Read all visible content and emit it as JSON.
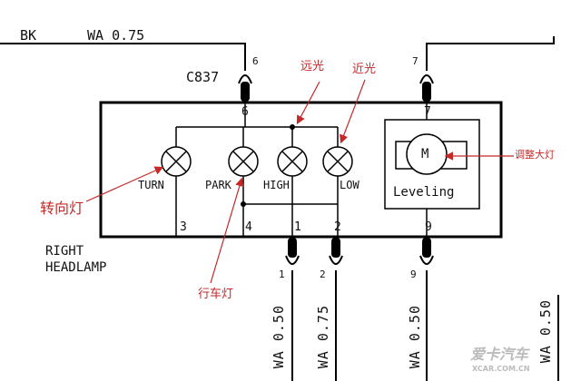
{
  "wire_top": {
    "color": "BK",
    "spec": "WA 0.75"
  },
  "connector": "C837",
  "component": {
    "name_line1": "RIGHT",
    "name_line2": "HEADLAMP"
  },
  "lamps": [
    {
      "label": "TURN"
    },
    {
      "label": "PARK"
    },
    {
      "label": "HIGH"
    },
    {
      "label": "LOW"
    }
  ],
  "leveling": {
    "motor_letter": "M",
    "label": "Leveling"
  },
  "pins_outside": {
    "p6": "6",
    "p7": "7",
    "p1": "1",
    "p2": "2",
    "p9": "9"
  },
  "pins_inside": {
    "p6": "6",
    "p7": "7",
    "p3": "3",
    "p4": "4",
    "p1": "1",
    "p2": "2",
    "p9": "9"
  },
  "wires_bottom": {
    "w1": "WA 0.50",
    "w2": "WA 0.75",
    "w9": "WA 0.50",
    "w_right": "WA 0.50"
  },
  "annotations": {
    "high_beam": "远光",
    "low_beam": "近光",
    "turn_lamp": "转向灯",
    "park_lamp": "行车灯",
    "leveling": "调整大灯"
  },
  "watermark": {
    "line1": "爱卡汽车",
    "line2": "XCAR.COM.CN"
  },
  "colors": {
    "annotation": "#c62828",
    "line": "#000000"
  }
}
